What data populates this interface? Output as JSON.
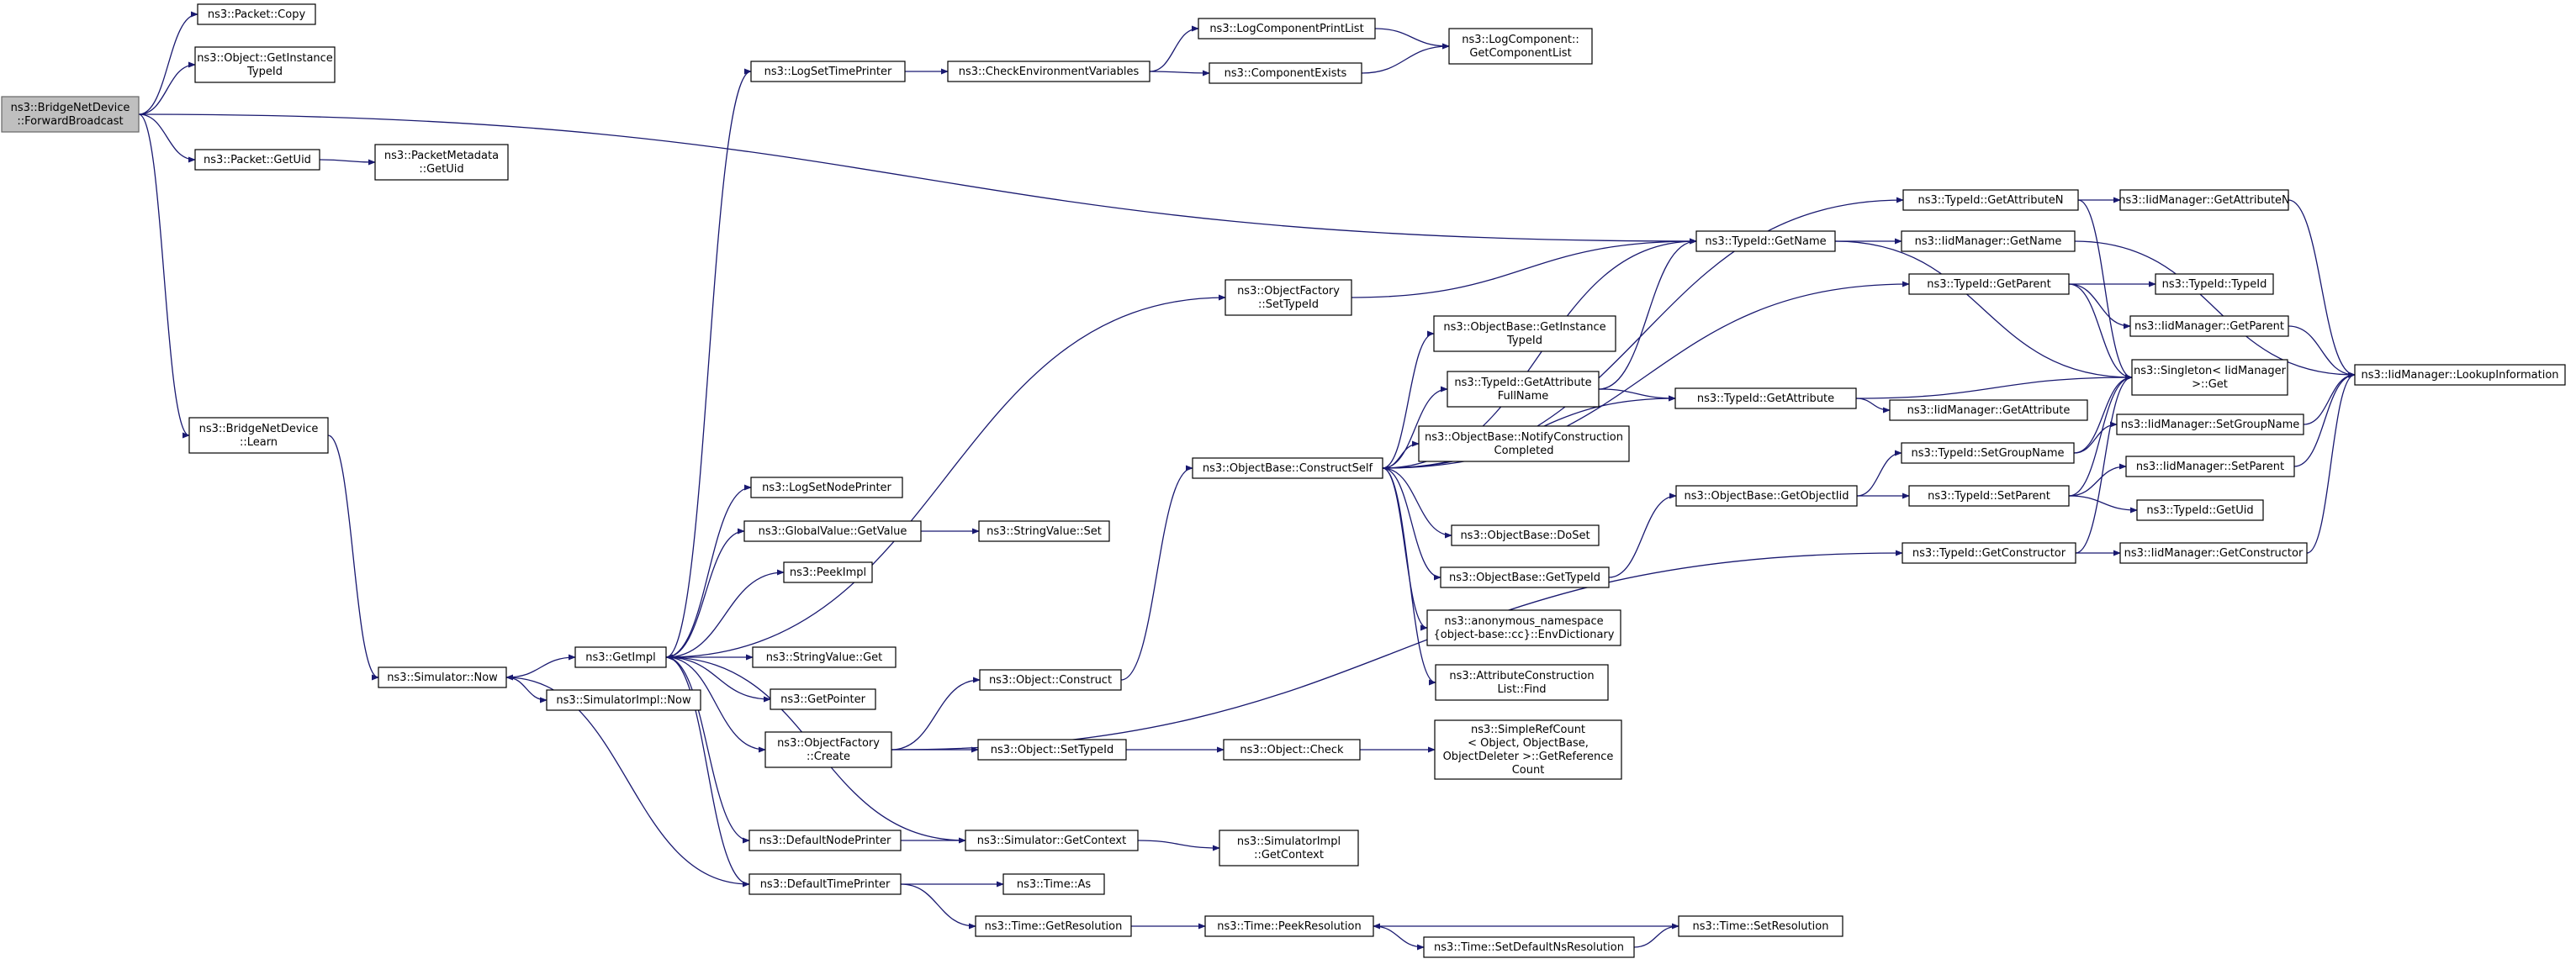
{
  "graph": {
    "edge_color": "#191970",
    "root_fill": "#bfbfbf",
    "node_fill": "#ffffff",
    "nodes": [
      {
        "id": "root",
        "lines": [
          "ns3::BridgeNetDevice",
          "::ForwardBroadcast"
        ],
        "root": true
      },
      {
        "id": "packet_copy",
        "lines": [
          "ns3::Packet::Copy"
        ]
      },
      {
        "id": "object_getinstancetypeid",
        "lines": [
          "ns3::Object::GetInstance",
          "TypeId"
        ]
      },
      {
        "id": "packet_getuid",
        "lines": [
          "ns3::Packet::GetUid"
        ]
      },
      {
        "id": "packetmetadata_getuid",
        "lines": [
          "ns3::PacketMetadata",
          "::GetUid"
        ]
      },
      {
        "id": "bridge_learn",
        "lines": [
          "ns3::BridgeNetDevice",
          "::Learn"
        ]
      },
      {
        "id": "simulator_now",
        "lines": [
          "ns3::Simulator::Now"
        ]
      },
      {
        "id": "getimpl",
        "lines": [
          "ns3::GetImpl"
        ]
      },
      {
        "id": "simulatorimpl_now",
        "lines": [
          "ns3::SimulatorImpl::Now"
        ]
      },
      {
        "id": "logsettimeprinter",
        "lines": [
          "ns3::LogSetTimePrinter"
        ]
      },
      {
        "id": "checkenv",
        "lines": [
          "ns3::CheckEnvironmentVariables"
        ]
      },
      {
        "id": "logcomponentprintlist",
        "lines": [
          "ns3::LogComponentPrintList"
        ]
      },
      {
        "id": "componentexists",
        "lines": [
          "ns3::ComponentExists"
        ]
      },
      {
        "id": "logcomponent_getlist",
        "lines": [
          "ns3::LogComponent::",
          "GetComponentList"
        ]
      },
      {
        "id": "logsetnodeprinter",
        "lines": [
          "ns3::LogSetNodePrinter"
        ]
      },
      {
        "id": "globalvalue_getvalue",
        "lines": [
          "ns3::GlobalValue::GetValue"
        ]
      },
      {
        "id": "stringvalue_set",
        "lines": [
          "ns3::StringValue::Set"
        ]
      },
      {
        "id": "peekimpl",
        "lines": [
          "ns3::PeekImpl"
        ]
      },
      {
        "id": "stringvalue_get",
        "lines": [
          "ns3::StringValue::Get"
        ]
      },
      {
        "id": "getpointer",
        "lines": [
          "ns3::GetPointer"
        ]
      },
      {
        "id": "objectfactory_create",
        "lines": [
          "ns3::ObjectFactory",
          "::Create"
        ]
      },
      {
        "id": "defaultnodeprinter",
        "lines": [
          "ns3::DefaultNodePrinter"
        ]
      },
      {
        "id": "defaulttimeprinter",
        "lines": [
          "ns3::DefaultTimePrinter"
        ]
      },
      {
        "id": "object_construct",
        "lines": [
          "ns3::Object::Construct"
        ]
      },
      {
        "id": "object_settypeid",
        "lines": [
          "ns3::Object::SetTypeId"
        ]
      },
      {
        "id": "simulator_getcontext",
        "lines": [
          "ns3::Simulator::GetContext"
        ]
      },
      {
        "id": "time_as",
        "lines": [
          "ns3::Time::As"
        ]
      },
      {
        "id": "time_getresolution",
        "lines": [
          "ns3::Time::GetResolution"
        ]
      },
      {
        "id": "objectfactory_settypeid",
        "lines": [
          "ns3::ObjectFactory",
          "::SetTypeId"
        ]
      },
      {
        "id": "objectbase_constructself",
        "lines": [
          "ns3::ObjectBase::ConstructSelf"
        ]
      },
      {
        "id": "object_check",
        "lines": [
          "ns3::Object::Check"
        ]
      },
      {
        "id": "simulatorimpl_getcontext",
        "lines": [
          "ns3::SimulatorImpl",
          "::GetContext"
        ]
      },
      {
        "id": "time_peekresolution",
        "lines": [
          "ns3::Time::PeekResolution"
        ]
      },
      {
        "id": "objectbase_getinstancetypeid",
        "lines": [
          "ns3::ObjectBase::GetInstance",
          "TypeId"
        ]
      },
      {
        "id": "typeid_getattributefullname",
        "lines": [
          "ns3::TypeId::GetAttribute",
          "FullName"
        ]
      },
      {
        "id": "objectbase_notifyconstruction",
        "lines": [
          "ns3::ObjectBase::NotifyConstruction",
          "Completed"
        ]
      },
      {
        "id": "objectbase_doset",
        "lines": [
          "ns3::ObjectBase::DoSet"
        ]
      },
      {
        "id": "objectbase_gettypeid",
        "lines": [
          "ns3::ObjectBase::GetTypeId"
        ]
      },
      {
        "id": "anon_envdictionary",
        "lines": [
          "ns3::anonymous_namespace",
          "{object-base::cc}::EnvDictionary"
        ]
      },
      {
        "id": "attributeconstructionlist_find",
        "lines": [
          "ns3::AttributeConstruction",
          "List::Find"
        ]
      },
      {
        "id": "simplerefcount",
        "lines": [
          "ns3::SimpleRefCount",
          "< Object, ObjectBase,",
          "ObjectDeleter >::GetReference",
          "Count"
        ]
      },
      {
        "id": "time_setdefaultnsresolution",
        "lines": [
          "ns3::Time::SetDefaultNsResolution"
        ]
      },
      {
        "id": "typeid_getname",
        "lines": [
          "ns3::TypeId::GetName"
        ]
      },
      {
        "id": "typeid_getattribute",
        "lines": [
          "ns3::TypeId::GetAttribute"
        ]
      },
      {
        "id": "objectbase_getobjectiid",
        "lines": [
          "ns3::ObjectBase::GetObjectIid"
        ]
      },
      {
        "id": "time_setresolution",
        "lines": [
          "ns3::Time::SetResolution"
        ]
      },
      {
        "id": "typeid_getattributen",
        "lines": [
          "ns3::TypeId::GetAttributeN"
        ]
      },
      {
        "id": "iidmanager_getname",
        "lines": [
          "ns3::IidManager::GetName"
        ]
      },
      {
        "id": "typeid_getparent",
        "lines": [
          "ns3::TypeId::GetParent"
        ]
      },
      {
        "id": "iidmanager_getattribute",
        "lines": [
          "ns3::IidManager::GetAttribute"
        ]
      },
      {
        "id": "typeid_setgroupname",
        "lines": [
          "ns3::TypeId::SetGroupName"
        ]
      },
      {
        "id": "typeid_setparent",
        "lines": [
          "ns3::TypeId::SetParent"
        ]
      },
      {
        "id": "typeid_getconstructor",
        "lines": [
          "ns3::TypeId::GetConstructor"
        ]
      },
      {
        "id": "iidmanager_getattributen",
        "lines": [
          "ns3::IidManager::GetAttributeN"
        ]
      },
      {
        "id": "typeid_typeid",
        "lines": [
          "ns3::TypeId::TypeId"
        ]
      },
      {
        "id": "iidmanager_getparent",
        "lines": [
          "ns3::IidManager::GetParent"
        ]
      },
      {
        "id": "singleton_get",
        "lines": [
          "ns3::Singleton< IidManager",
          ">::Get"
        ]
      },
      {
        "id": "iidmanager_setgroupname",
        "lines": [
          "ns3::IidManager::SetGroupName"
        ]
      },
      {
        "id": "iidmanager_setparent",
        "lines": [
          "ns3::IidManager::SetParent"
        ]
      },
      {
        "id": "typeid_getuid",
        "lines": [
          "ns3::TypeId::GetUid"
        ]
      },
      {
        "id": "iidmanager_getconstructor",
        "lines": [
          "ns3::IidManager::GetConstructor"
        ]
      },
      {
        "id": "iidmanager_lookupinformation",
        "lines": [
          "ns3::IidManager::LookupInformation"
        ]
      }
    ]
  }
}
